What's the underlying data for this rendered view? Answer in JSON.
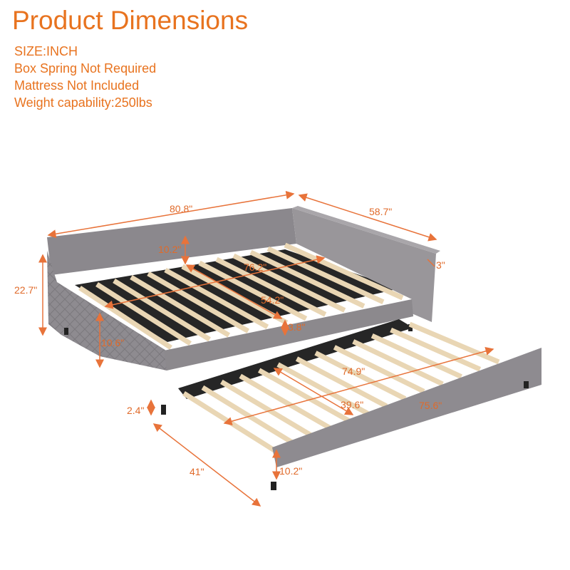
{
  "title": "Product Dimensions",
  "specs": [
    "SIZE:INCH",
    "Box Spring Not Required",
    "Mattress Not Included",
    "Weight capability:250lbs"
  ],
  "dimensions": {
    "overall_length": "80.8\"",
    "overall_width": "58.7\"",
    "overall_height": "22.7\"",
    "back_height": "10.2\"",
    "inner_length": "76.2\"",
    "arm_thickness": "3\"",
    "inner_width": "54.2\"",
    "rail_gap": "3.8\"",
    "front_height": "10.6\"",
    "trundle_inner_length": "74.9\"",
    "trundle_clearance": "2.4\"",
    "trundle_inner_width": "39.6\"",
    "trundle_length": "75.6\"",
    "trundle_width": "41\"",
    "trundle_height": "10.2\""
  },
  "colors": {
    "accent": "#e8731f",
    "upholstery": "#8c898d",
    "slat": "#e9d6b4",
    "frame": "#2a2a2a"
  }
}
